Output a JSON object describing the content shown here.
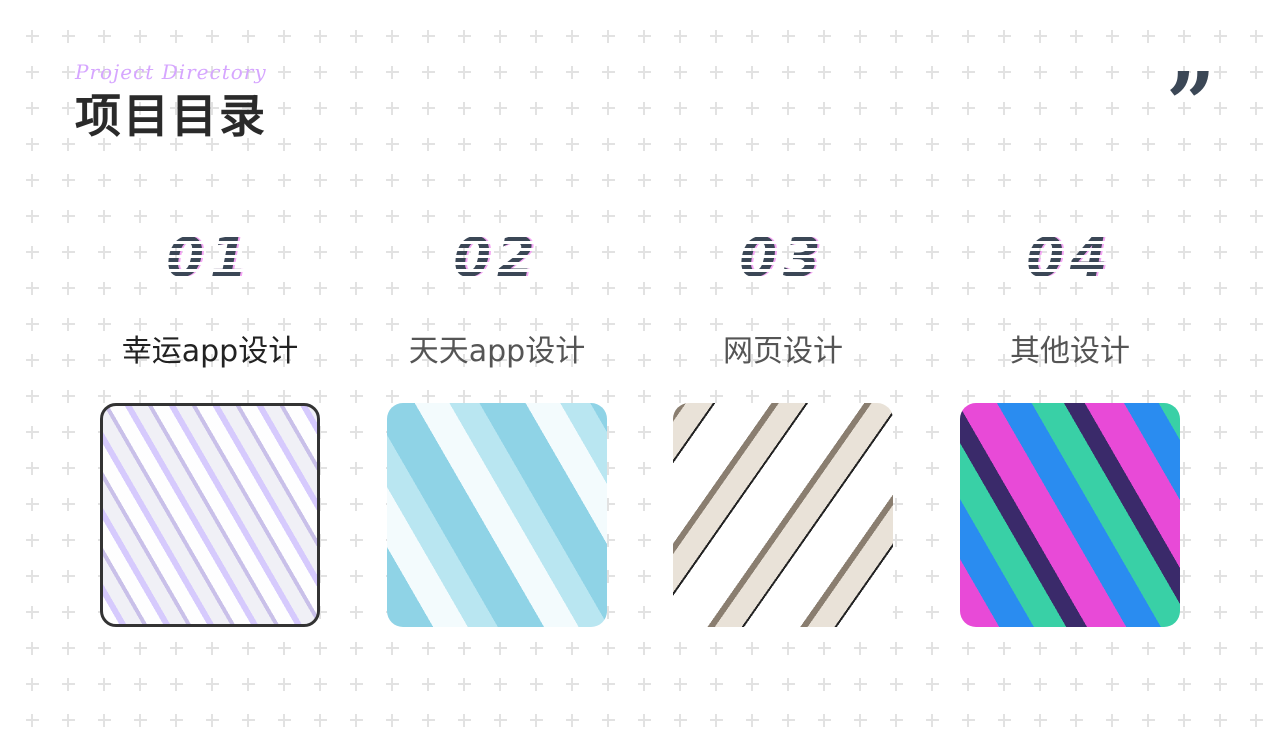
{
  "header": {
    "title": "项目目录",
    "script_subtitle": "Project Directory",
    "quote_icon": "closing-quote-icon"
  },
  "accent_colors": {
    "number": "#3b4756",
    "number_shadow": "#f4a6f4",
    "script": "#c77dff"
  },
  "projects": [
    {
      "number": "01",
      "label": "幸运app设计",
      "active": true
    },
    {
      "number": "02",
      "label": "天天app设计",
      "active": false
    },
    {
      "number": "03",
      "label": "网页设计",
      "active": false
    },
    {
      "number": "04",
      "label": "其他设计",
      "active": false
    }
  ]
}
